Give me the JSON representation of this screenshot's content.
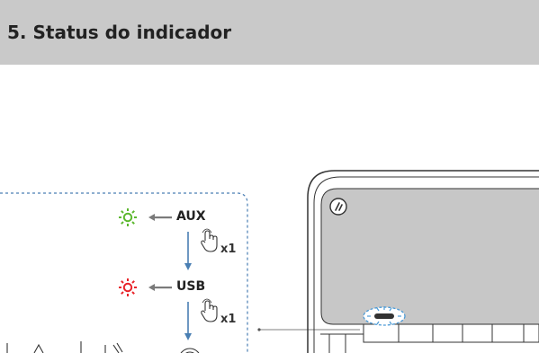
{
  "header": {
    "title": "5. Status do indicador"
  },
  "sequence": [
    {
      "mode": "AUX",
      "led_color": "#5cb82e",
      "tap": "x1"
    },
    {
      "mode": "USB",
      "led_color": "#e8242a",
      "tap": "x1"
    }
  ],
  "colors": {
    "header_bg": "#c9c9c9",
    "dashed_border": "#4b7fb4",
    "arrow_blue": "#4a7fb3",
    "arrow_gray": "#7a7a7a",
    "highlight_blue": "#4d9bd6"
  },
  "icons": [
    "sun-led-icon",
    "left-arrow-icon",
    "finger-tap-icon",
    "logo-icon"
  ]
}
